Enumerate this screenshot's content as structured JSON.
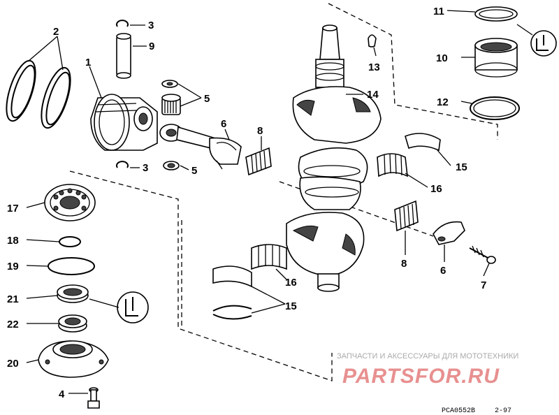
{
  "callouts": {
    "c1": "1",
    "c2": "2",
    "c3a": "3",
    "c3b": "3",
    "c4": "4",
    "c5a": "5",
    "c5b": "5",
    "c6a": "6",
    "c6b": "6",
    "c7": "7",
    "c8a": "8",
    "c8b": "8",
    "c9": "9",
    "c10": "10",
    "c11": "11",
    "c12": "12",
    "c13": "13",
    "c14": "14",
    "c15a": "15",
    "c15b": "15",
    "c16a": "16",
    "c16b": "16",
    "c17": "17",
    "c18": "18",
    "c19": "19",
    "c20": "20",
    "c21": "21",
    "c22": "22"
  },
  "watermark": {
    "caption": "ЗАПЧАСТИ И АКСЕССУАРЫ ДЛЯ МОТОТЕХНИКИ",
    "logo": "PARTSFOR.RU"
  },
  "drawing_code": {
    "id": "PCA0552B",
    "date": "2-97"
  },
  "colors": {
    "line": "#000000",
    "background": "#ffffff",
    "watermark_logo": "#e89090",
    "watermark_caption": "#aaaaaa"
  }
}
